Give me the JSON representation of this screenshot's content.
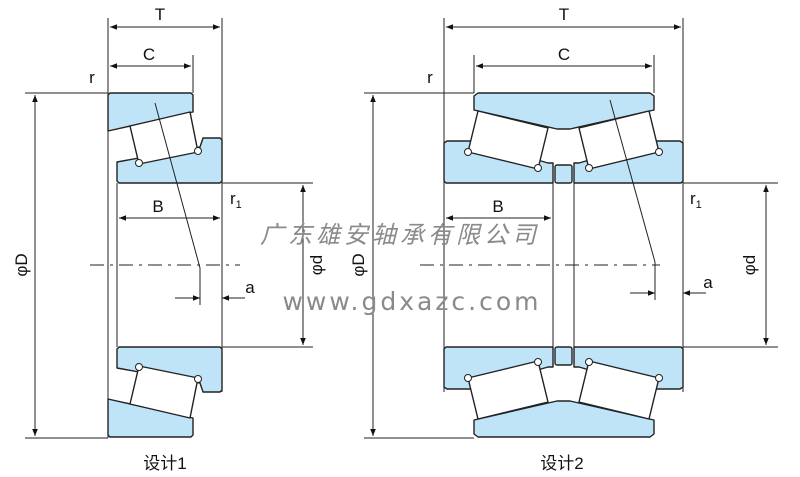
{
  "design1": {
    "caption": "设计1",
    "T": "T",
    "C": "C",
    "r": "r",
    "B": "B",
    "r1": "r",
    "r1_sub": "1",
    "phiD": "φD",
    "phid": "φd",
    "a": "a"
  },
  "design2": {
    "caption": "设计2",
    "T": "T",
    "C": "C",
    "r": "r",
    "B": "B",
    "r1": "r",
    "r1_sub": "1",
    "phiD": "φD",
    "phid": "φd",
    "a": "a"
  },
  "watermark": {
    "company": "广东雄安轴承有限公司",
    "url": "www.gdxazc.com"
  },
  "colors": {
    "ring_fill": "#bfe3f7",
    "line": "#222222",
    "watermark": "#8a8a8a"
  }
}
